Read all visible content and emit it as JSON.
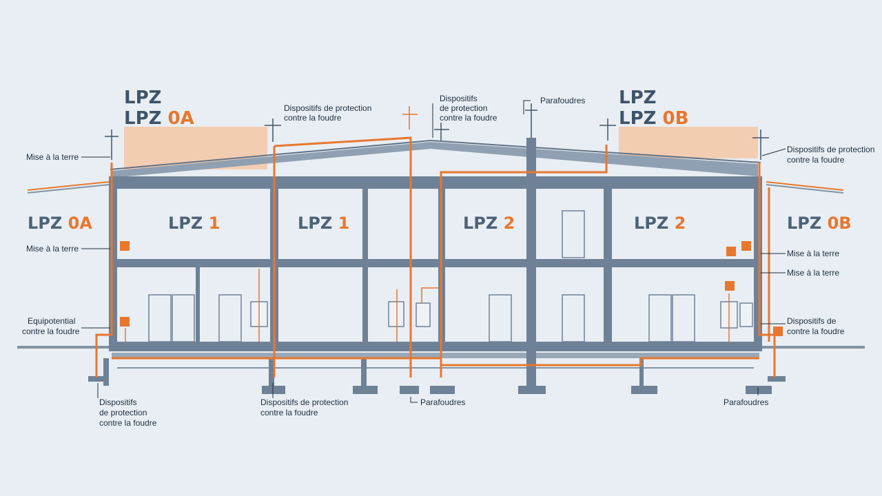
{
  "header_left": {
    "line1": "LPZ",
    "line2_prefix": "LPZ",
    "line2_suffix": "0A"
  },
  "header_right": {
    "line1": "LPZ",
    "line2_prefix": "LPZ",
    "line2_suffix": "0B"
  },
  "zones": [
    {
      "prefix": "LPZ",
      "suffix": "0A"
    },
    {
      "prefix": "LPZ",
      "suffix": "1"
    },
    {
      "prefix": "LPZ",
      "suffix": "1"
    },
    {
      "prefix": "LPZ",
      "suffix": "2"
    },
    {
      "prefix": "LPZ",
      "suffix": "2"
    },
    {
      "prefix": "LPZ",
      "suffix": "0B"
    }
  ],
  "labels": {
    "top_center_left": [
      "Dispositifs de protection",
      "contre la foudre"
    ],
    "top_center_right": [
      "Dispositifs",
      "de protection",
      "contre la foudre"
    ],
    "top_parafoudres": "Parafoudres",
    "right_top": [
      "Dispositifs de protection",
      "contre la foudre"
    ],
    "left_mise_1": "Mise à la terre",
    "left_mise_2": "Mise à la terre",
    "left_equipotential": [
      "Equipotential",
      "contre la foudre"
    ],
    "right_mise_1": "Mise à la terre",
    "right_mise_2": "Mise à la terre",
    "right_dispositifs": [
      "Dispositifs de",
      "contre la foudre"
    ],
    "bottom_left": [
      "Dispositifs",
      "de protection",
      "contre la foudre"
    ],
    "bottom_center": [
      "Dispositifs de protection",
      "contre la foudre"
    ],
    "bottom_parafoudres": "Parafoudres",
    "bottom_right_parafoudres": "Parafoudres"
  },
  "colors": {
    "structure": "#6f8196",
    "conductor": "#e8772e",
    "zone_fill": "#f3cdb2",
    "background": "#e8eef3"
  },
  "icons": [
    "surge-protector-icon",
    "air-terminal-icon"
  ]
}
